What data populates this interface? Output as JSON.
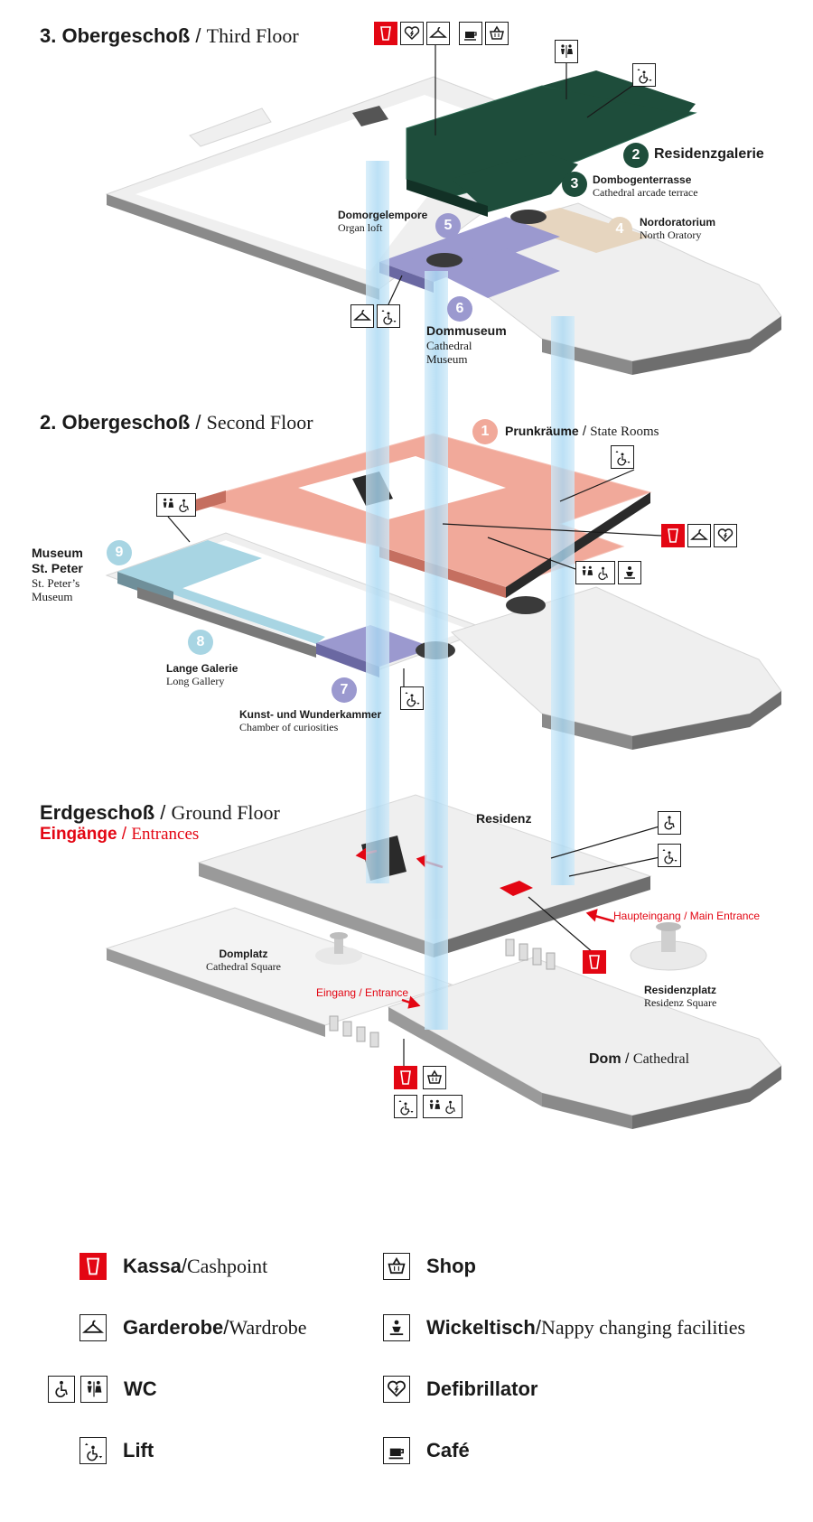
{
  "floors": {
    "third": {
      "bold": "3. Obergeschoß",
      "sep": " / ",
      "sub": "Third Floor"
    },
    "second": {
      "bold": "2. Obergeschoß",
      "sep": " / ",
      "sub": "Second Floor"
    },
    "ground": {
      "title": "Erdgeschoß",
      "sep": " / ",
      "sub": "Ground Floor",
      "entr_title": "Eingänge",
      "entr_sep": " / ",
      "entr_sub": "Entrances"
    }
  },
  "areas": {
    "a1": {
      "num": "1",
      "bold": "Prunkräume",
      "sep": " / ",
      "serif": "State Rooms"
    },
    "a2": {
      "num": "2",
      "bold": "Residenzgalerie"
    },
    "a3": {
      "num": "3",
      "bold": "Dombogenterrasse",
      "serif": "Cathedral arcade terrace"
    },
    "a4": {
      "num": "4",
      "bold": "Nordoratorium",
      "serif": "North Oratory"
    },
    "a5": {
      "num": "5",
      "bold": "Domorgelempore",
      "serif": "Organ loft"
    },
    "a6": {
      "num": "6",
      "bold": "Dommuseum",
      "serif1": "Cathedral",
      "serif2": "Museum"
    },
    "a7": {
      "num": "7",
      "bold": "Kunst- und Wunderkammer",
      "serif": "Chamber of curiosities"
    },
    "a8": {
      "num": "8",
      "bold": "Lange Galerie",
      "serif": "Long Gallery"
    },
    "a9": {
      "num": "9",
      "bold1": "Museum",
      "bold2": "St. Peter",
      "serif1": "St. Peter’s",
      "serif2": "Museum"
    }
  },
  "ground_labels": {
    "residenz": "Residenz",
    "domplatz": "Domplatz",
    "domplatz_en": "Cathedral Square",
    "residenzplatz": "Residenzplatz",
    "residenzplatz_en": "Residenz Square",
    "dom": "Dom",
    "dom_sep": " / ",
    "dom_en": "Cathedral",
    "main_entrance": "Haupteingang / Main Entrance",
    "entrance": "Eingang / Entrance"
  },
  "legend": [
    {
      "bold": "Kassa",
      "sep": " / ",
      "serif": "Cashpoint",
      "icons": [
        "ticket-icon"
      ]
    },
    {
      "bold": "Shop",
      "sep": "",
      "serif": "",
      "icons": [
        "shop-basket-icon"
      ]
    },
    {
      "bold": "Garderobe",
      "sep": " / ",
      "serif": "Wardrobe",
      "icons": [
        "wardrobe-hanger-icon"
      ]
    },
    {
      "bold": "Wickeltisch",
      "sep": " / ",
      "serif": "Nappy changing facilities",
      "icons": [
        "baby-changing-icon"
      ]
    },
    {
      "bold": "WC",
      "sep": "",
      "serif": "",
      "icons": [
        "accessible-wc-icon",
        "wc-icon"
      ]
    },
    {
      "bold": "Defibrillator",
      "sep": "",
      "serif": "",
      "icons": [
        "defibrillator-icon"
      ]
    },
    {
      "bold": "Lift",
      "sep": "",
      "serif": "",
      "icons": [
        "lift-icon"
      ]
    },
    {
      "bold": "Café",
      "sep": "",
      "serif": "",
      "icons": [
        "cafe-cup-icon"
      ]
    }
  ],
  "colors": {
    "residenzgalerie": "#1e4d3b",
    "prunkraeume": "#f1a99a",
    "dommuseum": "#9b99cf",
    "nordoratorium": "#e6d5bf",
    "stpeter": "#a8d5e3",
    "kassa": "#e30613",
    "lift_shaft": "#bfe3f7",
    "floor_top": "#eeeeee",
    "floor_side": "#8a8a8a"
  }
}
